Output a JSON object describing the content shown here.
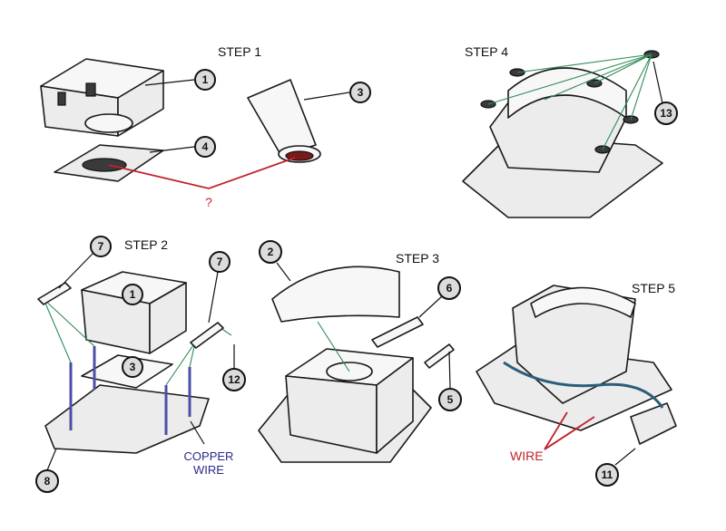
{
  "steps": {
    "s1": "STEP 1",
    "s2": "STEP 2",
    "s3": "STEP 3",
    "s4": "STEP 4",
    "s5": "STEP 5"
  },
  "question_mark": "?",
  "copper_wire": [
    "COPPER",
    "WIRE"
  ],
  "wire_label": "WIRE",
  "callouts": {
    "s1_part1": "1",
    "s1_part4": "4",
    "s1_part3": "3",
    "s4_part13": "13",
    "s2_part7a": "7",
    "s2_part1": "1",
    "s2_part3": "3",
    "s2_part7b": "7",
    "s2_part12": "12",
    "s2_part8": "8",
    "s3_part2": "2",
    "s3_part6": "6",
    "s3_part5": "5",
    "s5_part11": "11"
  },
  "colors": {
    "red": "#c0232b",
    "green": "#2e8b57",
    "navy": "#2a2a8a"
  }
}
